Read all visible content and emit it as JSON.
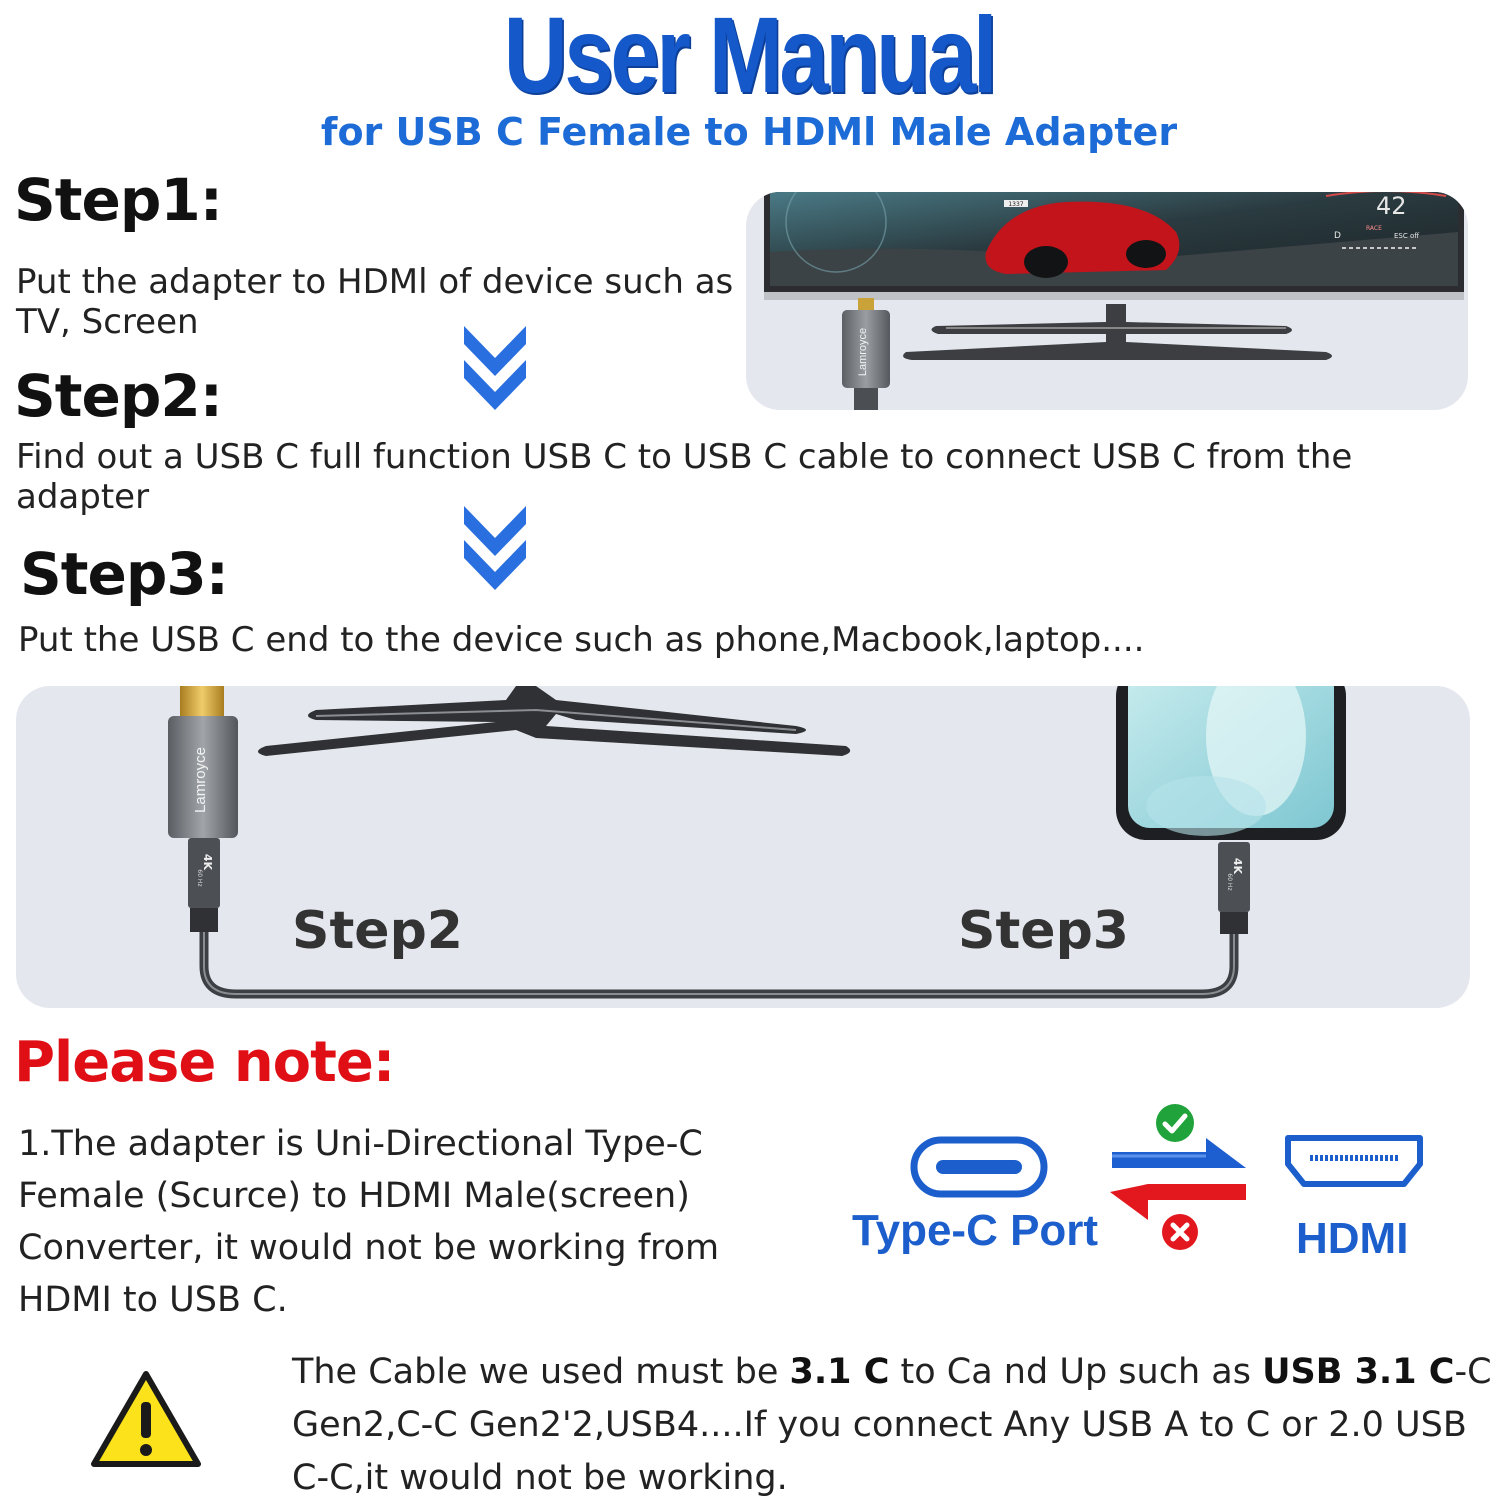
{
  "header": {
    "title": "User Manual",
    "subtitle": "for USB C Female to HDMl Male Adapter"
  },
  "steps": [
    {
      "heading": "Step1:",
      "text": "Put the adapter to HDMl of device such as TV, Screen"
    },
    {
      "heading": "Step2:",
      "text": "Find out a USB C full function USB C to USB C cable to connect USB C from the adapter"
    },
    {
      "heading": "Step3:",
      "text": "Put the USB C end to the device such as phone,Macbook,laptop...."
    }
  ],
  "illustration_top": {
    "brand_text": "Lamroyce",
    "dash_speed": "42",
    "dash_mode": "RACE",
    "dash_esc": "ESC off",
    "dash_gear": "D",
    "plate": "1337"
  },
  "illustration_bottom": {
    "brand_text": "Lamroyce",
    "chip_text": "4K",
    "chip_sub": "60 Hz",
    "step_left": "Step2",
    "step_right": "Step3"
  },
  "note": {
    "heading": "Please note:",
    "item1": "1.The adapter is Uni-Directional Type-C Female (Scurce) to HDMI Male(screen) Converter, it would not be working from HDMI to USB C."
  },
  "direction_diagram": {
    "left_label": "Type-C Port",
    "right_label": "HDMI",
    "ok_icon": "check-circle-icon",
    "bad_icon": "x-circle-icon",
    "colors": {
      "forward": "#1d5fd0",
      "reverse": "#e3171e",
      "ok": "#1fa33a",
      "bad": "#e3171e"
    }
  },
  "warning": {
    "icon": "warning-triangle-icon",
    "p1": "The Cable we used must be ",
    "b1": "3.1 C",
    "p2": " to Ca nd Up such as ",
    "b2": "USB 3.1 C",
    "p3": "-C Gen2,C-C Gen2'2,USB4....If you connect Any USB A to C or 2.0 USB C-C,it would not be working."
  },
  "colors": {
    "title_blue": "#1458c9",
    "subtitle_blue": "#1c6bd6",
    "chevron_blue": "#2a6fe0",
    "note_red": "#e00f16",
    "panel_bg": "#e4e8ee"
  }
}
